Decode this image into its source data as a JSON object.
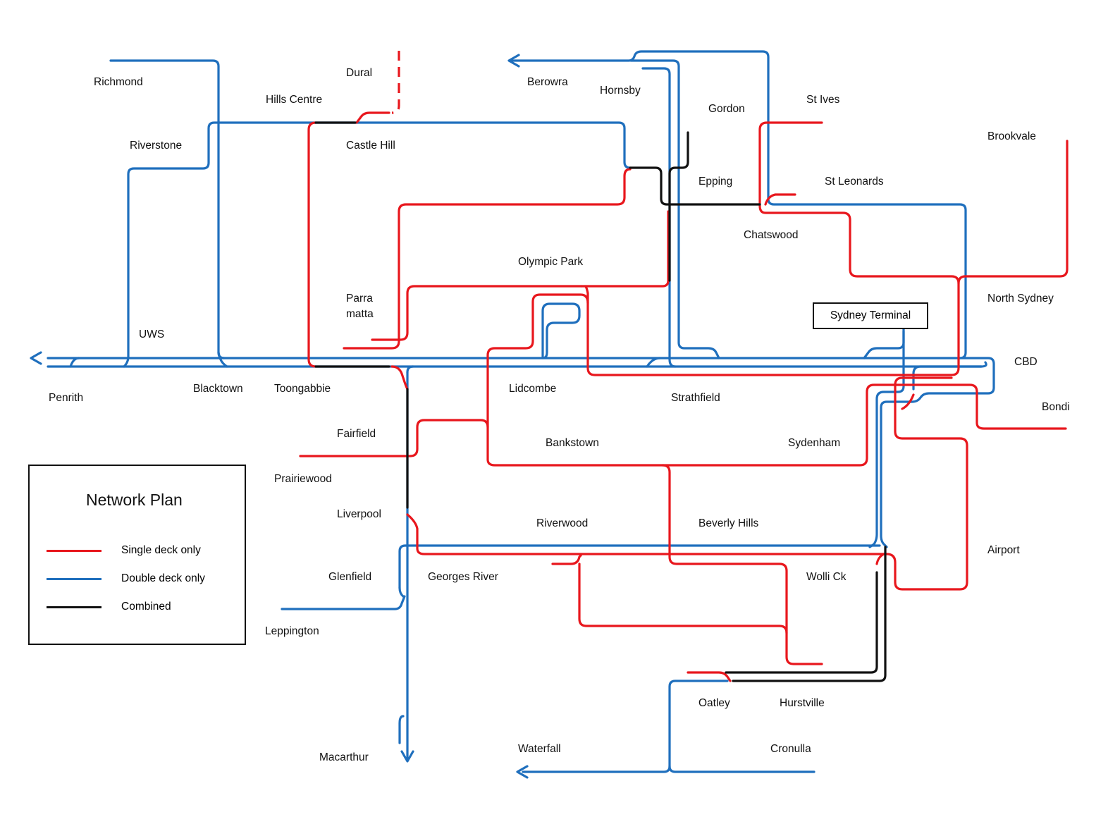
{
  "colors": {
    "single_deck": "#e8171d",
    "double_deck": "#1f6fbd",
    "combined": "#111111"
  },
  "stations": {
    "richmond": "Richmond",
    "riverstone": "Riverstone",
    "hills_centre": "Hills Centre",
    "dural": "Dural",
    "castle_hill": "Castle Hill",
    "berowra": "Berowra",
    "hornsby": "Hornsby",
    "gordon": "Gordon",
    "st_ives": "St Ives",
    "brookvale": "Brookvale",
    "epping": "Epping",
    "st_leonards": "St Leonards",
    "chatswood": "Chatswood",
    "olympic_park": "Olympic Park",
    "parramatta": "Parra\nmatta",
    "north_sydney": "North Sydney",
    "uws": "UWS",
    "cbd": "CBD",
    "penrith": "Penrith",
    "blacktown": "Blacktown",
    "toongabbie": "Toongabbie",
    "lidcombe": "Lidcombe",
    "strathfield": "Strathfield",
    "bondi": "Bondi",
    "fairfield": "Fairfield",
    "bankstown": "Bankstown",
    "sydenham": "Sydenham",
    "prairiewood": "Prairiewood",
    "liverpool": "Liverpool",
    "riverwood": "Riverwood",
    "beverly_hills": "Beverly Hills",
    "airport": "Airport",
    "glenfield": "Glenfield",
    "georges_river": "Georges River",
    "wolli_ck": "Wolli Ck",
    "leppington": "Leppington",
    "oatley": "Oatley",
    "hurstville": "Hurstville",
    "macarthur": "Macarthur",
    "waterfall": "Waterfall",
    "cronulla": "Cronulla"
  },
  "terminal": "Sydney Terminal",
  "legend": {
    "title": "Network Plan",
    "items": [
      {
        "label": "Single deck only",
        "color": "#e8171d"
      },
      {
        "label": "Double deck only",
        "color": "#1f6fbd"
      },
      {
        "label": "Combined",
        "color": "#111111"
      }
    ]
  }
}
